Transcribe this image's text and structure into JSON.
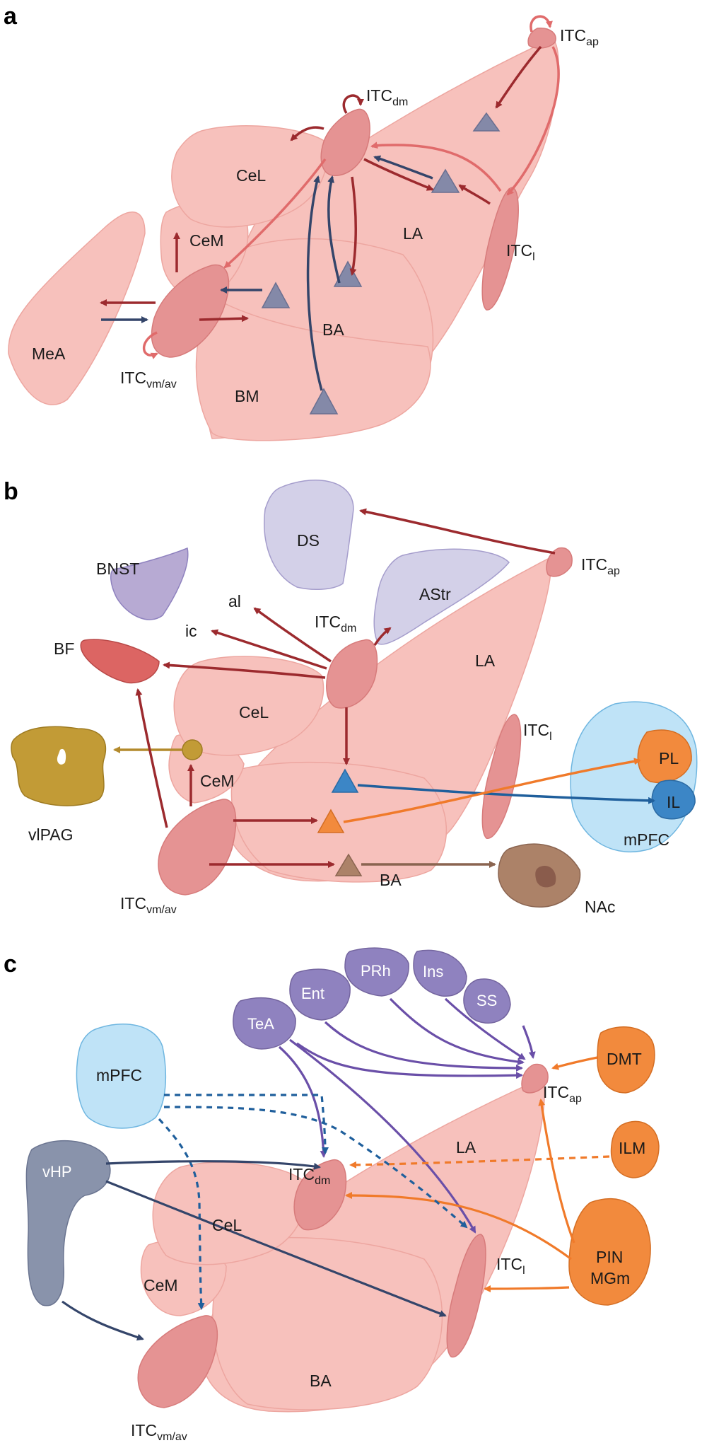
{
  "panels": {
    "a": {
      "letter": "a",
      "regions": {
        "cel": "CeL",
        "cem": "CeM",
        "mea": "MeA",
        "la": "LA",
        "ba": "BA",
        "bm": "BM",
        "itc_ap": "ITC",
        "itc_ap_sub": "ap",
        "itc_dm": "ITC",
        "itc_dm_sub": "dm",
        "itc_l": "ITC",
        "itc_l_sub": "l",
        "itc_vm": "ITC",
        "itc_vm_sub": "vm/av"
      }
    },
    "b": {
      "letter": "b",
      "regions": {
        "ds": "DS",
        "bnst": "BNST",
        "astr": "AStr",
        "al": "al",
        "ic": "ic",
        "bf": "BF",
        "cel": "CeL",
        "cem": "CeM",
        "la": "LA",
        "ba": "BA",
        "vlpag": "vlPAG",
        "pl": "PL",
        "il": "IL",
        "mpfc": "mPFC",
        "nac": "NAc",
        "itc_ap": "ITC",
        "itc_ap_sub": "ap",
        "itc_dm": "ITC",
        "itc_dm_sub": "dm",
        "itc_l": "ITC",
        "itc_l_sub": "l",
        "itc_vm": "ITC",
        "itc_vm_sub": "vm/av"
      }
    },
    "c": {
      "letter": "c",
      "regions": {
        "ent": "Ent",
        "prh": "PRh",
        "ins": "Ins",
        "ss": "SS",
        "tea": "TeA",
        "mpfc": "mPFC",
        "vhp": "vHP",
        "dmt": "DMT",
        "ilm": "ILM",
        "pin": "PIN",
        "mgm": "MGm",
        "la": "LA",
        "cel": "CeL",
        "cem": "CeM",
        "ba": "BA",
        "itc_ap": "ITC",
        "itc_ap_sub": "ap",
        "itc_dm": "ITC",
        "itc_dm_sub": "dm",
        "itc_l": "ITC",
        "itc_l_sub": "l",
        "itc_vm": "ITC",
        "itc_vm_sub": "vm/av"
      }
    }
  },
  "colors": {
    "amygdala_fill": "#f7c1bc",
    "amygdala_stroke": "#eda6a0",
    "itc_fill": "#e59393",
    "itc_stroke": "#d77b7b",
    "excitatory_arrow": "#9c2a2e",
    "itc_projection_arrow": "#e06b6b",
    "principal_neuron": "#8489a8",
    "input_arrow_navy": "#34456a",
    "striatum_fill": "#d3d0e8",
    "bnst_fill": "#b7aad3",
    "bf_fill": "#dc6563",
    "vlpag_fill": "#c29b36",
    "mpfc_light": "#bfe3f7",
    "pl_fill": "#f28a3d",
    "il_fill": "#3c86c6",
    "nac_fill": "#ac8268",
    "cortex_purple": "#8f82bf",
    "thalamus_orange": "#f28a3d",
    "vhp_fill": "#8993ab",
    "mpfc_dashed": "#1f5f9c"
  }
}
